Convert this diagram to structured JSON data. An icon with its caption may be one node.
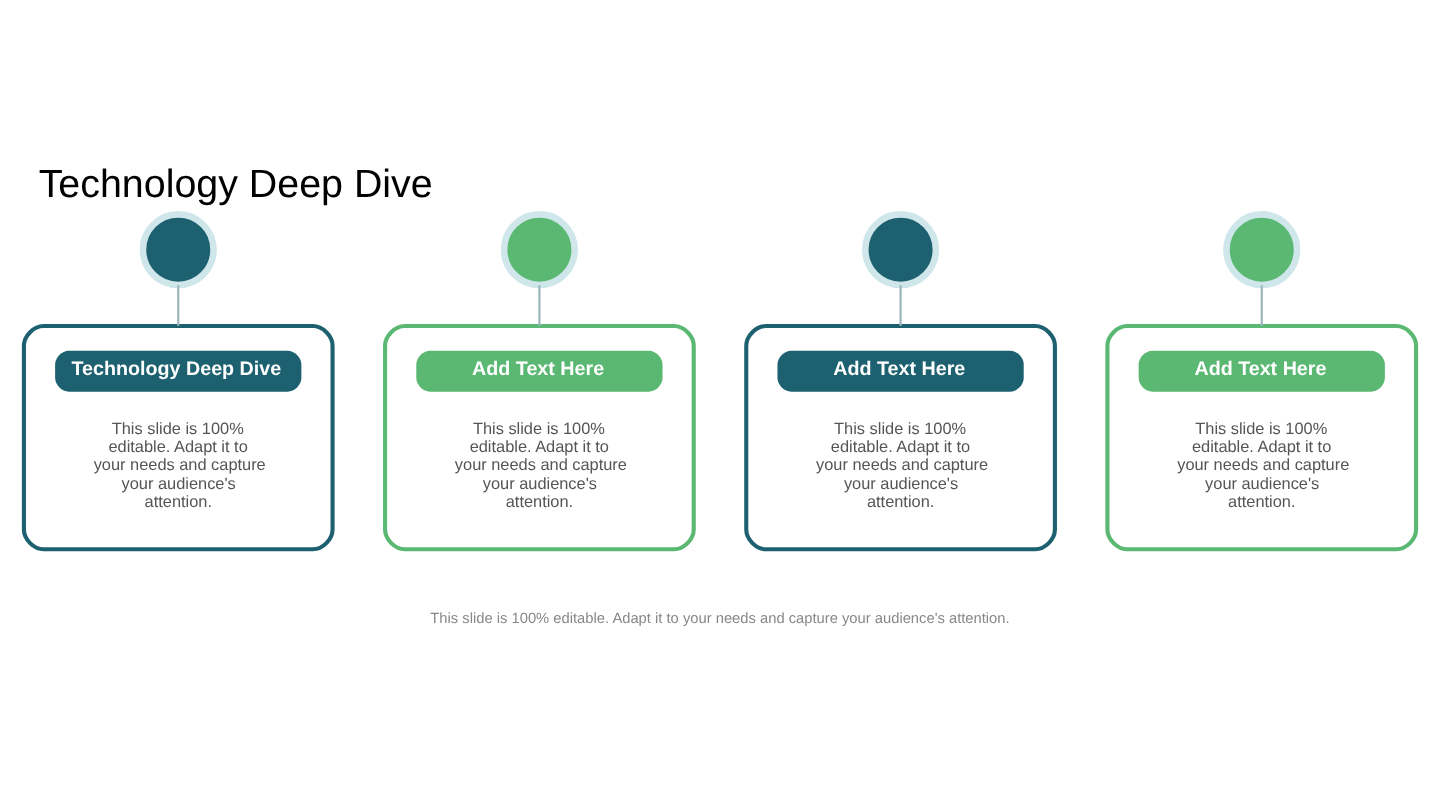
{
  "diagram": {
    "title": "Technology Deep Dive",
    "nodes": [
      {
        "text": [],
        "shape": "circle"
      },
      {
        "text": [
          "Technology Deep Dive",
          "This slide is 100% editable. Adapt it to your needs and capture your audience's attention."
        ]
      },
      {
        "text": [],
        "shape": "circle"
      },
      {
        "text": [
          "Add Text Here",
          "This slide is 100% editable. Adapt it to your needs and capture your audience's attention."
        ]
      },
      {
        "text": [],
        "shape": "circle"
      },
      {
        "text": [
          "Add Text Here",
          "This slide is 100% editable. Adapt it to your needs and capture your audience's attention."
        ]
      },
      {
        "text": [],
        "shape": "circle"
      },
      {
        "text": [
          "Add Text Here",
          "This slide is 100% editable. Adapt it to your needs and capture your audience's attention."
        ]
      }
    ],
    "edges": [
      {
        "from": 0,
        "to": 1,
        "arrow": "none"
      },
      {
        "from": 2,
        "to": 3,
        "arrow": "none"
      },
      {
        "from": 4,
        "to": 5,
        "arrow": "none"
      },
      {
        "from": 6,
        "to": 7,
        "arrow": "none"
      }
    ],
    "labels": [
      "This slide is 100% editable. Adapt it to your needs and capture your audience's attention."
    ]
  }
}
